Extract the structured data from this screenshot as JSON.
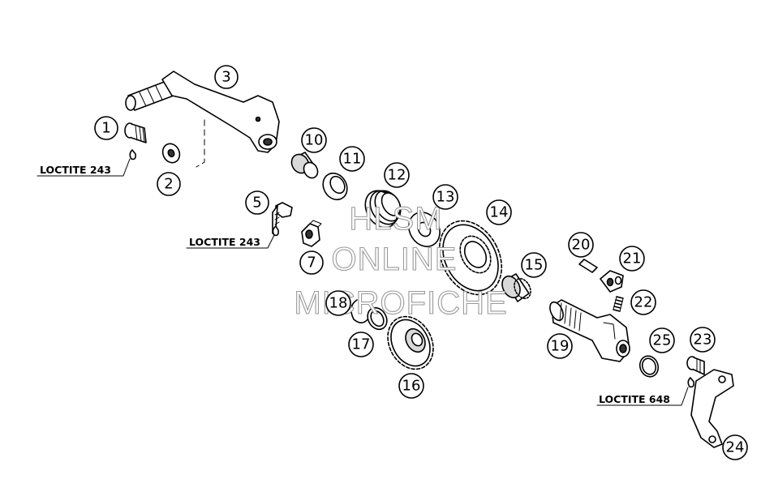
{
  "diagram": {
    "parts": [
      {
        "num": "1"
      },
      {
        "num": "2"
      },
      {
        "num": "3"
      },
      {
        "num": "5"
      },
      {
        "num": "7"
      },
      {
        "num": "10"
      },
      {
        "num": "11"
      },
      {
        "num": "12"
      },
      {
        "num": "13"
      },
      {
        "num": "14"
      },
      {
        "num": "15"
      },
      {
        "num": "16"
      },
      {
        "num": "17"
      },
      {
        "num": "18"
      },
      {
        "num": "19"
      },
      {
        "num": "20"
      },
      {
        "num": "21"
      },
      {
        "num": "22"
      },
      {
        "num": "23"
      },
      {
        "num": "24"
      },
      {
        "num": "25"
      }
    ],
    "notes": [
      {
        "text": "LOCTITE 243"
      },
      {
        "text": "LOCTITE 243"
      },
      {
        "text": "LOCTITE 648"
      }
    ]
  },
  "watermark": {
    "line1": "HLSM",
    "line2": "ONLINE",
    "line3": "MICROFICHE",
    "color": "#9a9a9a"
  }
}
